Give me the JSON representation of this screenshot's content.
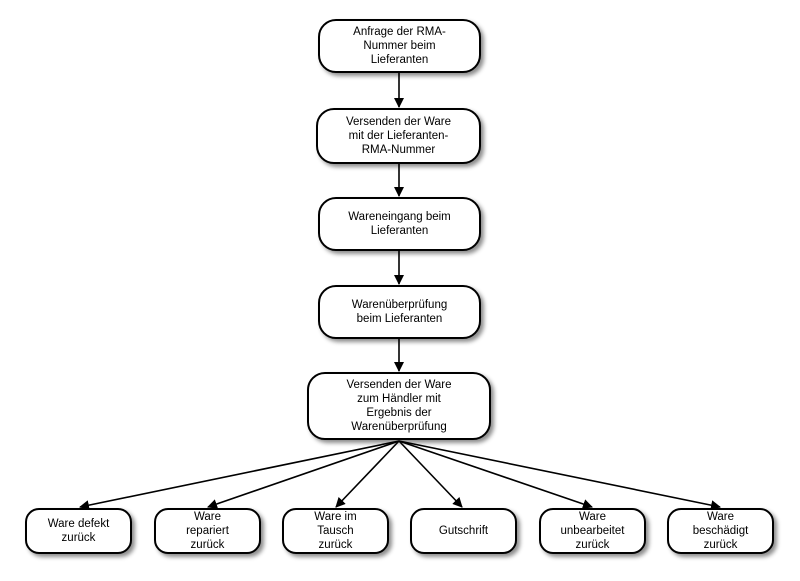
{
  "steps": [
    {
      "id": "rma-request",
      "label": "Anfrage der RMA-\nNummer beim\nLieferanten"
    },
    {
      "id": "ship-goods",
      "label": "Versenden der Ware\nmit der Lieferanten-\nRMA-Nummer"
    },
    {
      "id": "goods-receipt",
      "label": "Wareneingang beim\nLieferanten"
    },
    {
      "id": "goods-inspection",
      "label": "Warenüberprüfung\nbeim Lieferanten"
    },
    {
      "id": "ship-back",
      "label": "Versenden der Ware\nzum Händler mit\nErgebnis der\nWarenüberprüfung"
    }
  ],
  "outcomes": [
    {
      "id": "defect",
      "label": "Ware defekt\nzurück"
    },
    {
      "id": "repaired",
      "label": "Ware\nrepariert\nzurück"
    },
    {
      "id": "exchange",
      "label": "Ware im\nTausch\nzurück"
    },
    {
      "id": "credit",
      "label": "Gutschrift"
    },
    {
      "id": "unprocessed",
      "label": "Ware\nunbearbeitet\nzurück"
    },
    {
      "id": "damaged",
      "label": "Ware\nbeschädigt\nzurück"
    }
  ],
  "colors": {
    "stroke": "#000000",
    "fill": "#ffffff",
    "text": "#000000"
  }
}
